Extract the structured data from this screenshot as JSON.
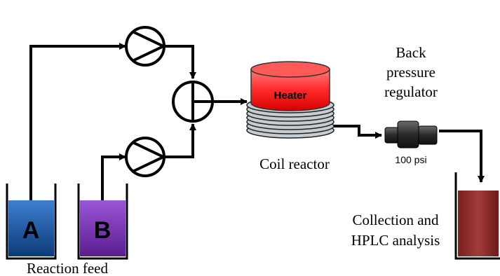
{
  "reservoirs": [
    {
      "letter": "A",
      "fill": "#1e5aa8"
    },
    {
      "letter": "B",
      "fill": "#7a2fb8"
    }
  ],
  "labels": {
    "reaction_feed": "Reaction feed",
    "heater": "Heater",
    "coil_reactor": "Coil reactor",
    "bpr_line1": "Back",
    "bpr_line2": "pressure",
    "bpr_line3": "regulator",
    "bpr_pressure": "100 psi",
    "collection_line1": "Collection and",
    "collection_line2": "HPLC analysis"
  },
  "colors": {
    "heater": "#ff2020",
    "collection": "#8b2a2a",
    "coil": "#b9c4cc"
  }
}
